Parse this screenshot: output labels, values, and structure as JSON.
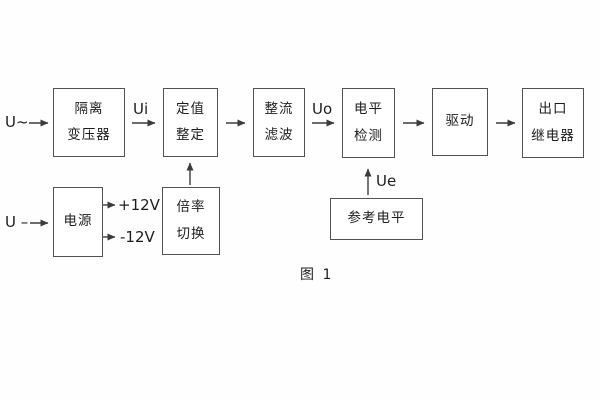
{
  "figure": {
    "caption": "图 1"
  },
  "inputs": {
    "ac": "U~",
    "dc": "U –"
  },
  "signals": {
    "ui": "Ui",
    "uo": "Uo",
    "ue": "Ue"
  },
  "power_rails": {
    "positive": "+12V",
    "negative": "-12V"
  },
  "blocks": {
    "isolation_transformer": {
      "line1": "隔离",
      "line2": "变压器"
    },
    "setting_adjustment": {
      "line1": "定值",
      "line2": "整定"
    },
    "rectifier_filter": {
      "line1": "整流",
      "line2": "滤波"
    },
    "level_detection": {
      "line1": "电平",
      "line2": "检测"
    },
    "drive": {
      "line1": "驱动"
    },
    "output_relay": {
      "line1": "出口",
      "line2": "继电器"
    },
    "power_supply": {
      "line1": "电源"
    },
    "ratio_switch": {
      "line1": "倍率",
      "line2": "切换"
    },
    "reference_level": {
      "line1": "参考电平"
    }
  },
  "colors": {
    "line": "#3c3c3c",
    "border": "#525252",
    "text": "#1d1d1d",
    "background": "#fefefe"
  }
}
